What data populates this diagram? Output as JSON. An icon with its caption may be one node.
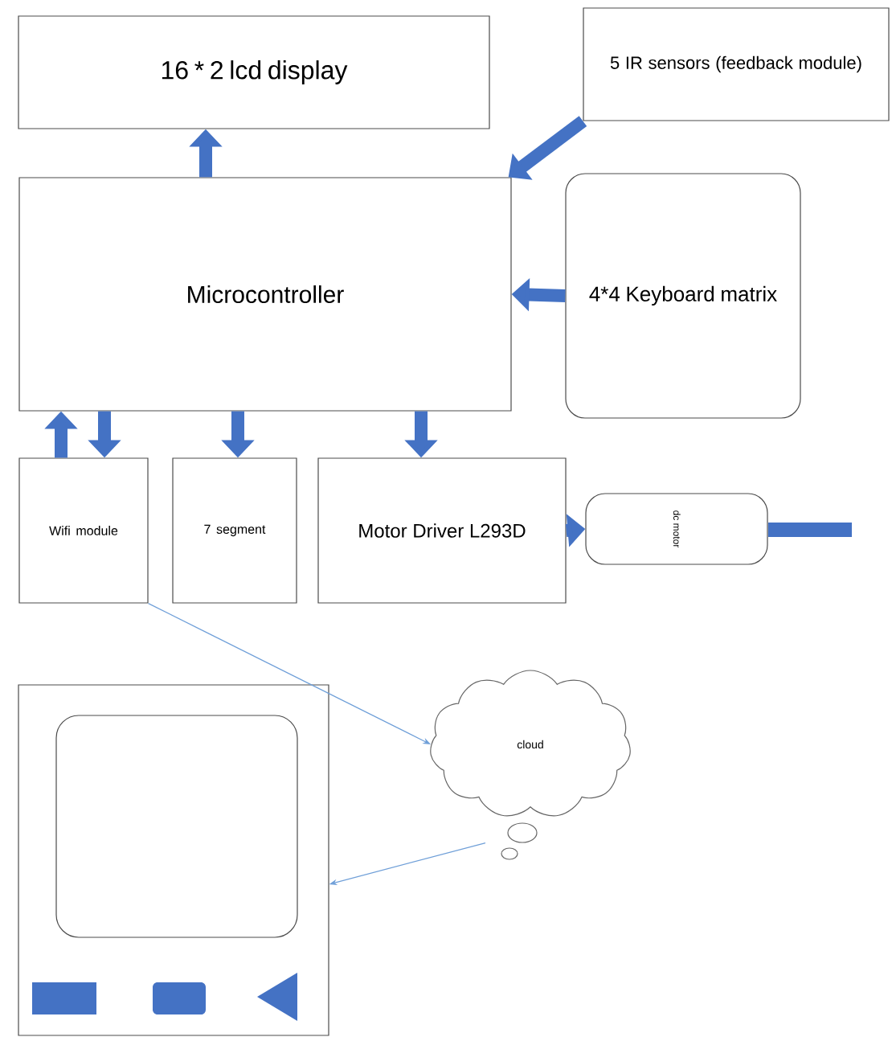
{
  "diagram": {
    "nodes": [
      {
        "text": [
          "16 * 2 lcd display"
        ]
      },
      {
        "text": [
          "5 IR sensors (feedback module)"
        ]
      },
      {
        "text": [
          "Microcontroller"
        ]
      },
      {
        "text": [
          "4*4 Keyboard matrix"
        ]
      },
      {
        "text": [
          "Wifi module"
        ]
      },
      {
        "text": [
          "7 segment"
        ]
      },
      {
        "text": [
          "Motor Driver L293D"
        ]
      },
      {
        "text": [
          "dc motor"
        ]
      },
      {
        "text": [
          "cloud"
        ]
      },
      {
        "text": [],
        "shape": "picture"
      }
    ],
    "edges": [
      {
        "from": 2,
        "to": 0,
        "arrow": "to"
      },
      {
        "from": 1,
        "to": 2,
        "arrow": "to"
      },
      {
        "from": 3,
        "to": 2,
        "arrow": "to"
      },
      {
        "from": 2,
        "to": 4,
        "arrow": "to"
      },
      {
        "from": 4,
        "to": 2,
        "arrow": "to"
      },
      {
        "from": 2,
        "to": 5,
        "arrow": "to"
      },
      {
        "from": 2,
        "to": 6,
        "arrow": "to"
      },
      {
        "from": 6,
        "to": 7,
        "arrow": "to"
      },
      {
        "from": 4,
        "to": 8,
        "arrow": "to",
        "color": "#6f9fd8"
      },
      {
        "from": 8,
        "to": 9,
        "arrow": "to",
        "color": "#6f9fd8"
      }
    ]
  }
}
